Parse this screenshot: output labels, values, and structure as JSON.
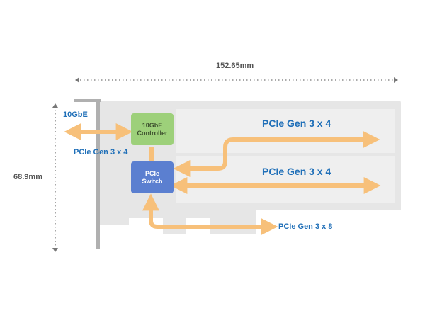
{
  "dimensions": {
    "width_label": "152.65mm",
    "height_label": "68.9mm"
  },
  "labels": {
    "left_top": "10GbE",
    "left_bottom": "PCIe Gen 3 x 4",
    "right_upper": "PCIe Gen 3 x 4",
    "right_lower": "PCIe Gen 3 x 4",
    "bottom": "PCIe Gen 3 x 8"
  },
  "chips": {
    "controller": {
      "line1": "10GbE",
      "line2": "Controller"
    },
    "switch": {
      "line1": "PCIe",
      "line2": "Switch"
    }
  },
  "colors": {
    "arrow": "#f7c07a",
    "controller_fill": "#9dd07a",
    "switch_fill": "#5b7fd0",
    "label_blue": "#1f6fb8",
    "card": "#e6e6e6"
  }
}
